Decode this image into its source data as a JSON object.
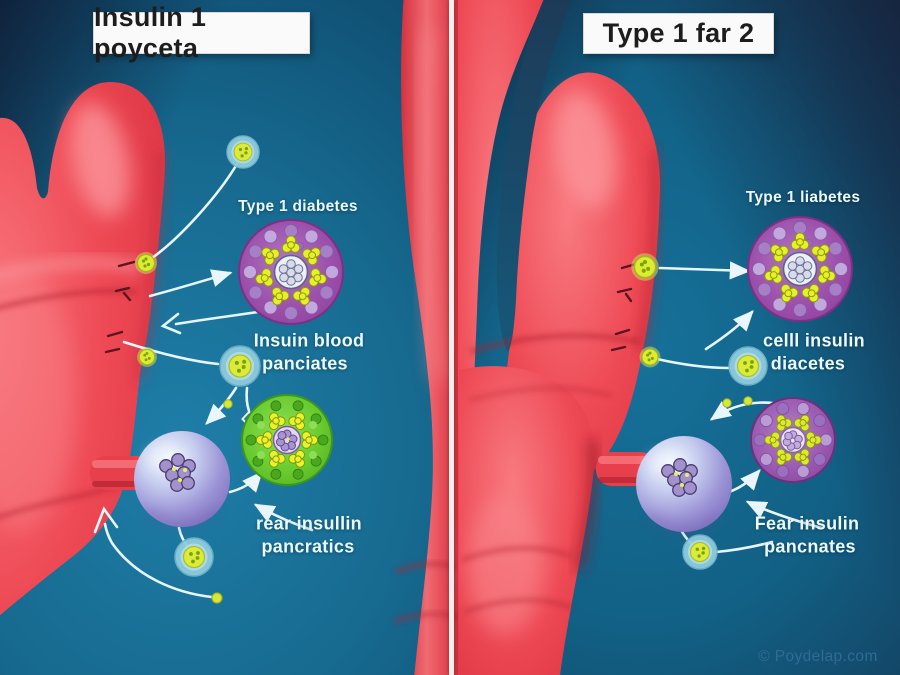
{
  "left_panel": {
    "title": "Insulin 1 poyceta",
    "label_islet": "Type 1 diabetes",
    "label_mid_line1": "Insuin blood",
    "label_mid_line2": "panciates",
    "label_bottom_line1": "rear insullin",
    "label_bottom_line2": "pancratics"
  },
  "right_panel": {
    "title": "Type 1 far 2",
    "label_islet": "Type 1 liabetes",
    "label_mid_line1": "celll insulin",
    "label_mid_line2": "diacetes",
    "label_bottom_line1": "Fear insulin",
    "label_bottom_line2": "pancnates"
  },
  "watermark": "© Poydelap.com",
  "colors": {
    "title_box": "#fafafa",
    "title_text": "#1d1d1d",
    "label_text": "#eafaff",
    "watermark": "#2f6b94",
    "divider": "#f2efec",
    "organ_red": "#ee4a55",
    "organ_highlight": "#fb8a8f",
    "organ_shadow": "#b42331",
    "islet_purple": "#9c51ab",
    "islet_lavender": "#c2a8dc",
    "islet_yellow": "#e6ef2a",
    "cell_green": "#6acc31",
    "sphere_blue": "#9b93d6",
    "vesicle_teal": "#8fcbde",
    "vesicle_yellow": "#dcea39",
    "arrow": "#e7f5fc",
    "background_teal": "#176a90",
    "background_navy": "#16344f"
  }
}
